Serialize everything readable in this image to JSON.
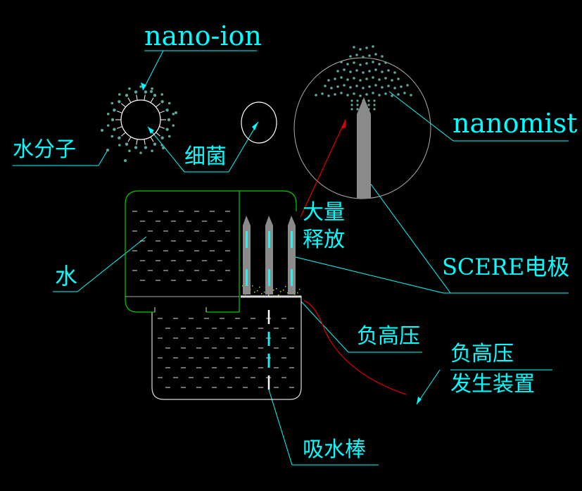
{
  "labels": {
    "nano_ion": "nano-ion",
    "water_molecule": "水分子",
    "bacteria": "细菌",
    "nanomist": "nanomist",
    "mass_release_1": "大量",
    "mass_release_2": "释放",
    "scere_electrode": "SCERE电极",
    "water": "水",
    "negative_high_voltage": "负高压",
    "nhv_generator_1": "负高压",
    "nhv_generator_2": "发生装置",
    "water_rod": "吸水棒"
  },
  "colors": {
    "background": "#000000",
    "cyan": "#00ffff",
    "teal_dots": "#5aa8a0",
    "green_outline": "#00cc00",
    "electrode_gray": "#8a8a8a",
    "red_line": "#e00000",
    "white_dash": "#dddddd",
    "yellow_speck": "#cccc00"
  }
}
